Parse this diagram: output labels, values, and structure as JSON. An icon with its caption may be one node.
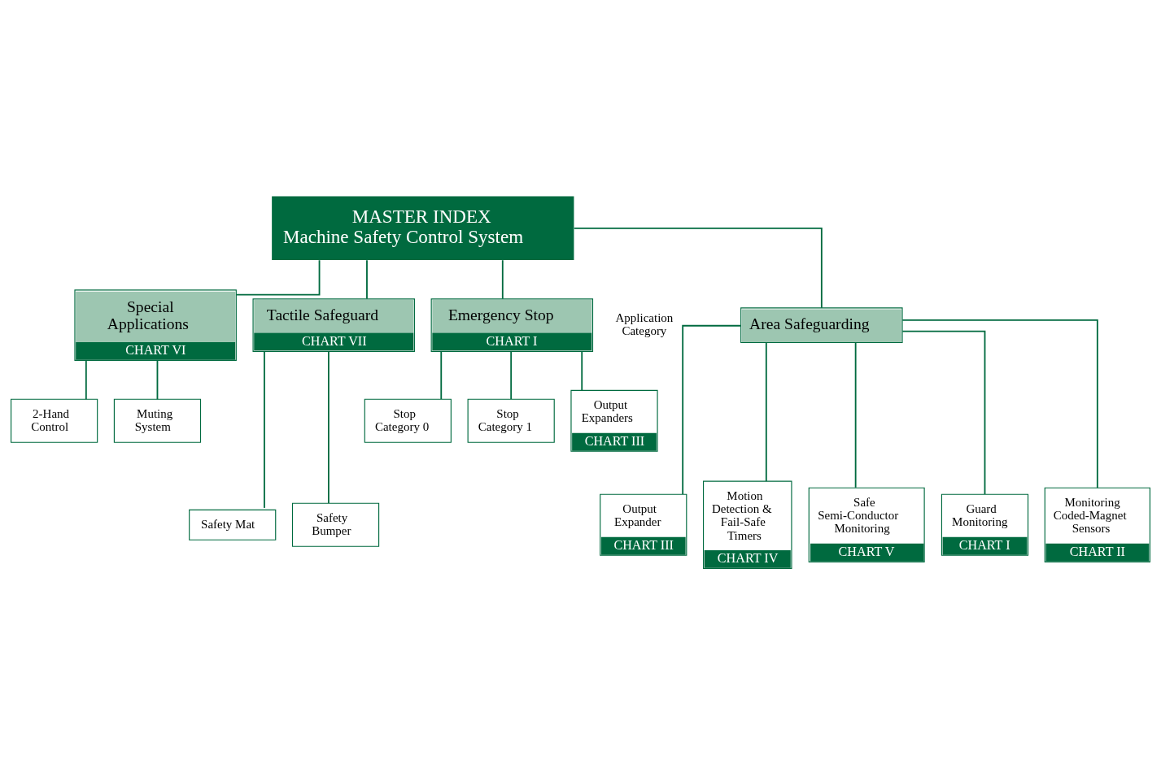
{
  "diagram": {
    "nodes": [
      {
        "text": [
          "MASTER INDEX",
          "Machine Safety Control System"
        ]
      },
      {
        "text": [
          "Emergency Stop",
          "CHART I"
        ]
      },
      {
        "text": [
          "Area Safeguarding"
        ]
      },
      {
        "text": [
          "Special Applications",
          "CHART VI"
        ]
      },
      {
        "text": [
          "Tactile Safeguard",
          "CHART VII"
        ]
      },
      {
        "text": [
          "Stop Category 0"
        ]
      },
      {
        "text": [
          "Stop Category 1"
        ]
      },
      {
        "text": [
          "Output Expanders",
          "CHART III"
        ]
      },
      {
        "text": [
          "2-Hand Control"
        ]
      },
      {
        "text": [
          "Muting System"
        ]
      },
      {
        "text": [
          "Guard Monitoring",
          "CHART I"
        ]
      },
      {
        "text": [
          "Monitoring Coded-Magnet Sensors",
          "CHART II"
        ]
      },
      {
        "text": [
          "Output Expander",
          "CHART III"
        ]
      },
      {
        "text": [
          "Motion Detection & Fail-Safe Timers",
          "CHART IV"
        ]
      },
      {
        "text": [
          "Safe Semi-Conductor Monitoring",
          "CHART V"
        ]
      },
      {
        "text": [
          "Safety Mat"
        ]
      },
      {
        "text": [
          "Safety Bumper"
        ]
      }
    ],
    "edges": [
      {
        "from": 0,
        "to": 1,
        "arrow": "none"
      },
      {
        "from": 0,
        "to": 2,
        "arrow": "none"
      },
      {
        "from": 0,
        "to": 3,
        "arrow": "none"
      },
      {
        "from": 0,
        "to": 4,
        "arrow": "none"
      },
      {
        "from": 1,
        "to": 5,
        "arrow": "none"
      },
      {
        "from": 1,
        "to": 6,
        "arrow": "none"
      },
      {
        "from": 1,
        "to": 7,
        "arrow": "none"
      },
      {
        "from": 3,
        "to": 8,
        "arrow": "none"
      },
      {
        "from": 3,
        "to": 9,
        "arrow": "none"
      },
      {
        "from": 2,
        "to": 10,
        "arrow": "none"
      },
      {
        "from": 2,
        "to": 11,
        "arrow": "none"
      },
      {
        "from": 2,
        "to": 12,
        "arrow": "none"
      },
      {
        "from": 2,
        "to": 13,
        "arrow": "none"
      },
      {
        "from": 2,
        "to": 14,
        "arrow": "none"
      },
      {
        "from": 4,
        "to": 15,
        "arrow": "none"
      },
      {
        "from": 4,
        "to": 16,
        "arrow": "none"
      }
    ],
    "labels": [
      "Application Category"
    ]
  }
}
